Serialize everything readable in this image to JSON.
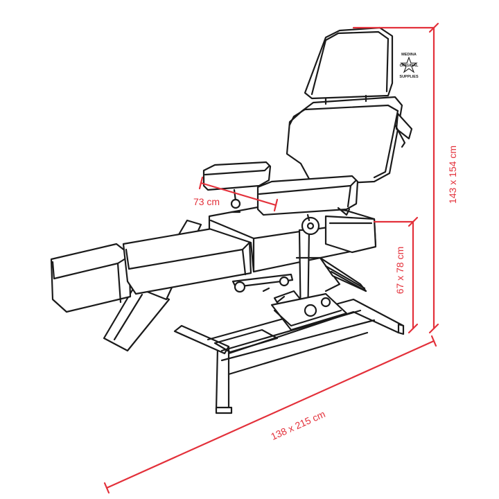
{
  "colors": {
    "dimension": "#e3303a",
    "outline": "#1a1a1a",
    "background": "#ffffff"
  },
  "dimensions": {
    "height": "143 x 154 cm",
    "seat_height": "67 x 78 cm",
    "length": "138 x 215 cm",
    "armrest": "73 cm"
  },
  "logo": {
    "top_text": "MEDINA",
    "middle_text": "ORIGINAL",
    "bottom_text": "SUPPLIES",
    "icon": "star-icon"
  }
}
